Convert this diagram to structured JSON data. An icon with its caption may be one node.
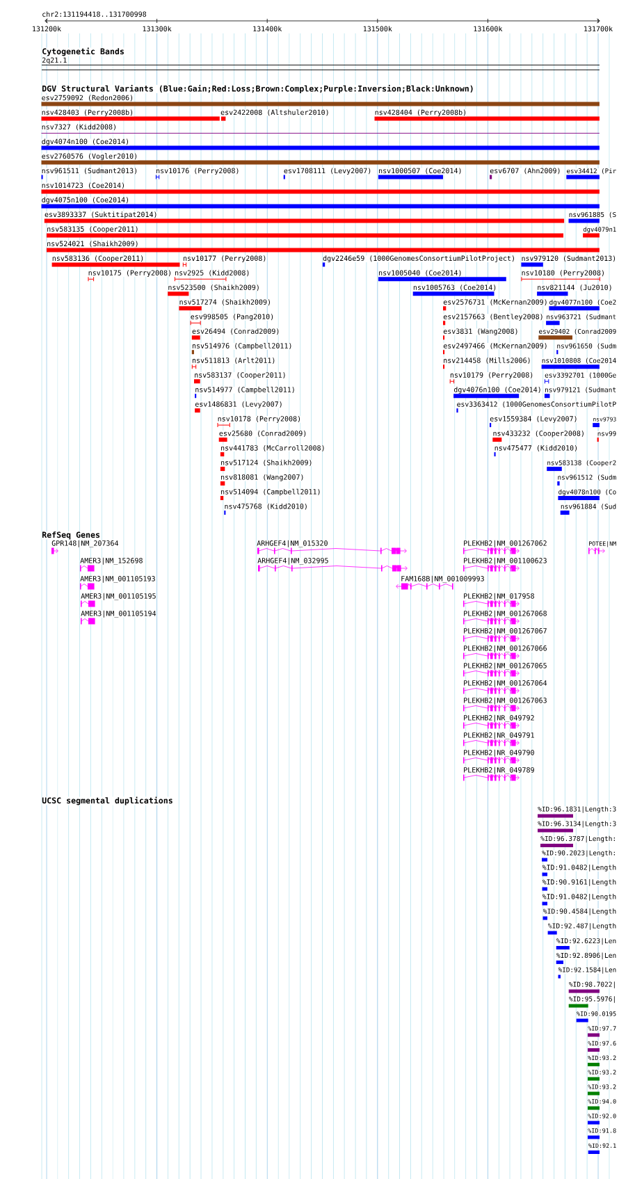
{
  "diagram": {
    "nodes": [
      {
        "text": [
          "esv2759092 (Redon2006)"
        ]
      },
      {
        "text": [
          "nsv428403 (Perry2008b)"
        ]
      },
      {
        "text": [
          "esv2422008 (Altshuler2010)"
        ]
      },
      {
        "text": [
          "nsv428404 (Perry2008b)"
        ]
      },
      {
        "text": [
          "nsv7327 (Kidd2008)"
        ]
      },
      {
        "text": [
          "dgv4074n100 (Coe2014)"
        ]
      },
      {
        "text": [
          "esv2760576 (Vogler2010)"
        ]
      },
      {
        "text": [
          "nsv961511 (Sudmant2013)"
        ]
      },
      {
        "text": [
          "nsv10176 (Perry2008)"
        ]
      },
      {
        "text": [
          "esv1708111 (Levy2007)"
        ]
      },
      {
        "text": [
          "nsv1000507 (Coe2014)"
        ]
      },
      {
        "text": [
          "esv6707 (Ahn2009)"
        ]
      },
      {
        "text": [
          "esv34412 (Pir"
        ]
      },
      {
        "text": [
          "nsv1014723 (Coe2014)"
        ]
      },
      {
        "text": [
          "dgv4075n100 (Coe2014)"
        ]
      },
      {
        "text": [
          "esv3893337 (Suktitipat2014)"
        ]
      },
      {
        "text": [
          "nsv961885 (S"
        ]
      },
      {
        "text": [
          "nsv583135 (Cooper2011)"
        ]
      },
      {
        "text": [
          "dgv4079n1"
        ]
      },
      {
        "text": [
          "nsv524021 (Shaikh2009)"
        ]
      },
      {
        "text": [
          "nsv583136 (Cooper2011)"
        ]
      },
      {
        "text": [
          "nsv10177 (Perry2008)"
        ]
      },
      {
        "text": [
          "dgv2246e59 (1000GenomesConsortiumPilotProject)"
        ]
      },
      {
        "text": [
          "nsv979120 (Sudmant2013)"
        ]
      },
      {
        "text": [
          "nsv10175 (Perry2008)"
        ]
      },
      {
        "text": [
          "nsv2925 (Kidd2008)"
        ]
      },
      {
        "text": [
          "nsv1005040 (Coe2014)"
        ]
      },
      {
        "text": [
          "nsv10180 (Perry2008)"
        ]
      },
      {
        "text": [
          "nsv523500 (Shaikh2009)"
        ]
      },
      {
        "text": [
          "nsv1005763 (Coe2014)"
        ]
      },
      {
        "text": [
          "nsv821144 (Ju2010)"
        ]
      },
      {
        "text": [
          "nsv517274 (Shaikh2009)"
        ]
      },
      {
        "text": [
          "esv2576731 (McKernan2009)"
        ]
      },
      {
        "text": [
          "dgv4077n100 (Coe2"
        ]
      },
      {
        "text": [
          "esv998505 (Pang2010)"
        ]
      },
      {
        "text": [
          "esv2157663 (Bentley2008)"
        ]
      },
      {
        "text": [
          "nsv963721 (Sudmant"
        ]
      },
      {
        "text": [
          "esv26494 (Conrad2009)"
        ]
      },
      {
        "text": [
          "esv3831 (Wang2008)"
        ]
      },
      {
        "text": [
          "esv29402 (Conrad2009"
        ]
      },
      {
        "text": [
          "nsv514976 (Campbell2011)"
        ]
      },
      {
        "text": [
          "esv2497466 (McKernan2009)"
        ]
      },
      {
        "text": [
          "nsv961650 (Sudm"
        ]
      },
      {
        "text": [
          "nsv511813 (Arlt2011)"
        ]
      },
      {
        "text": [
          "nsv214458 (Mills2006)"
        ]
      },
      {
        "text": [
          "nsv1010808 (Coe2014"
        ]
      },
      {
        "text": [
          "nsv583137 (Cooper2011)"
        ]
      },
      {
        "text": [
          "nsv10179 (Perry2008)"
        ]
      },
      {
        "text": [
          "esv3392701 (1000Ge"
        ]
      },
      {
        "text": [
          "nsv514977 (Campbell2011)"
        ]
      },
      {
        "text": [
          "dgv4076n100 (Coe2014)"
        ]
      },
      {
        "text": [
          "nsv979121 (Sudmant"
        ]
      },
      {
        "text": [
          "esv1486831 (Levy2007)"
        ]
      },
      {
        "text": [
          "esv3363412 (1000GenomesConsortiumPilotP"
        ]
      },
      {
        "text": [
          "nsv10178 (Perry2008)"
        ]
      },
      {
        "text": [
          "esv1559384 (Levy2007)"
        ]
      },
      {
        "text": [
          "nsv9793"
        ]
      },
      {
        "text": [
          "esv25680 (Conrad2009)"
        ]
      },
      {
        "text": [
          "nsv433232 (Cooper2008)"
        ]
      },
      {
        "text": [
          "nsv99"
        ]
      },
      {
        "text": [
          "nsv441783 (McCarroll2008)"
        ]
      },
      {
        "text": [
          "nsv475477 (Kidd2010)"
        ]
      },
      {
        "text": [
          "nsv517124 (Shaikh2009)"
        ]
      },
      {
        "text": [
          "nsv583138 (Cooper2"
        ]
      },
      {
        "text": [
          "nsv818081 (Wang2007)"
        ]
      },
      {
        "text": [
          "nsv961512 (Sudm"
        ]
      },
      {
        "text": [
          "nsv514094 (Campbell2011)"
        ]
      },
      {
        "text": [
          "dgv4078n100 (Co"
        ]
      },
      {
        "text": [
          "nsv475768 (Kidd2010)"
        ]
      },
      {
        "text": [
          "nsv961884 (Sud"
        ]
      },
      {
        "text": [
          "GPR148|NM_207364"
        ]
      },
      {
        "text": [
          "ARHGEF4|NM_015320"
        ]
      },
      {
        "text": [
          "PLEKHB2|NM_001267062"
        ]
      },
      {
        "text": [
          "POTEE|NM"
        ]
      },
      {
        "text": [
          "AMER3|NM_152698"
        ]
      },
      {
        "text": [
          "ARHGEF4|NM_032995"
        ]
      },
      {
        "text": [
          "PLEKHB2|NM_001100623"
        ]
      },
      {
        "text": [
          "AMER3|NM_001105193"
        ]
      },
      {
        "text": [
          "FAM168B|NM_001009993"
        ]
      },
      {
        "text": [
          "AMER3|NM_001105195"
        ]
      },
      {
        "text": [
          "PLEKHB2|NM_017958"
        ]
      },
      {
        "text": [
          "AMER3|NM_001105194"
        ]
      },
      {
        "text": [
          "PLEKHB2|NM_001267068"
        ]
      },
      {
        "text": [
          "PLEKHB2|NM_001267067"
        ]
      },
      {
        "text": [
          "PLEKHB2|NM_001267066"
        ]
      },
      {
        "text": [
          "PLEKHB2|NM_001267065"
        ]
      },
      {
        "text": [
          "PLEKHB2|NM_001267064"
        ]
      },
      {
        "text": [
          "PLEKHB2|NM_001267063"
        ]
      },
      {
        "text": [
          "PLEKHB2|NR_049792"
        ]
      },
      {
        "text": [
          "PLEKHB2|NR_049791"
        ]
      },
      {
        "text": [
          "PLEKHB2|NR_049790"
        ]
      },
      {
        "text": [
          "PLEKHB2|NR_049789"
        ]
      },
      {
        "text": [
          "%ID:96.1831|Length:3"
        ]
      },
      {
        "text": [
          "%ID:96.3134|Length:3"
        ]
      },
      {
        "text": [
          "%ID:96.3787|Length:"
        ]
      },
      {
        "text": [
          "%ID:90.2023|Length:"
        ]
      },
      {
        "text": [
          "%ID:91.0482|Length"
        ]
      },
      {
        "text": [
          "%ID:90.9161|Length"
        ]
      },
      {
        "text": [
          "%ID:91.0482|Length"
        ]
      },
      {
        "text": [
          "%ID:90.4584|Length"
        ]
      },
      {
        "text": [
          "%ID:92.487|Length"
        ]
      },
      {
        "text": [
          "%ID:92.6223|Len"
        ]
      },
      {
        "text": [
          "%ID:92.8906|Len"
        ]
      },
      {
        "text": [
          "%ID:92.1584|Len"
        ]
      },
      {
        "text": [
          "%ID:98.7022|"
        ]
      },
      {
        "text": [
          "%ID:95.5976|"
        ]
      },
      {
        "text": [
          "%ID:90.0195"
        ]
      },
      {
        "text": [
          "%ID:97.7"
        ]
      },
      {
        "text": [
          "%ID:97.6"
        ]
      },
      {
        "text": [
          "%ID:93.2"
        ]
      },
      {
        "text": [
          "%ID:93.2"
        ]
      },
      {
        "text": [
          "%ID:93.2"
        ]
      },
      {
        "text": [
          "%ID:94.0"
        ]
      },
      {
        "text": [
          "%ID:92.0"
        ]
      },
      {
        "text": [
          "%ID:91.8"
        ]
      },
      {
        "text": [
          "%ID:92.1"
        ]
      }
    ],
    "labels": [
      "chr2:131194418..131700998",
      "131200k",
      "131300k",
      "131400k",
      "131500k",
      "131600k",
      "131700k",
      "Cytogenetic Bands",
      "2q21.1",
      "DGV Structural Variants (Blue:Gain;Red:Loss;Brown:Complex;Purple:Inversion;Black:Unknown)",
      "RefSeq Genes",
      "UCSC segmental duplications"
    ]
  }
}
